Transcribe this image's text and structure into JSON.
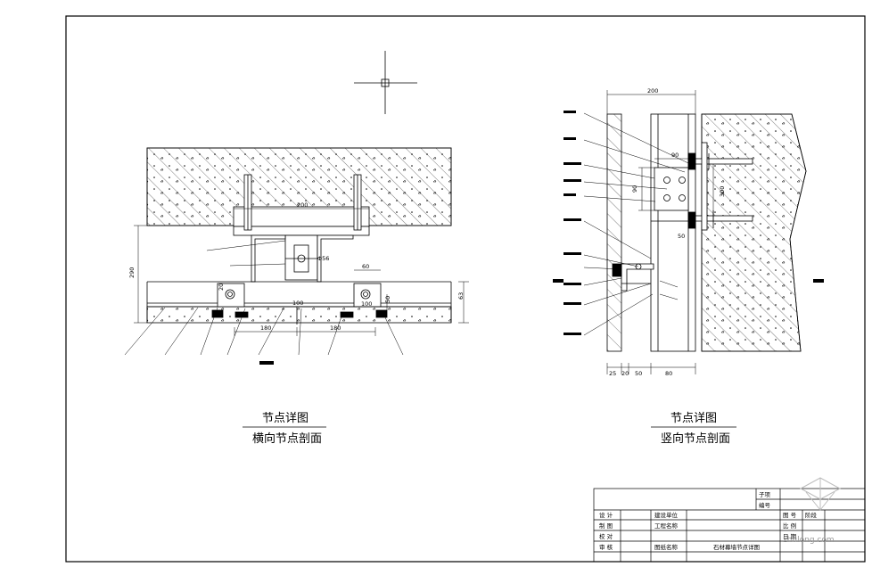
{
  "left_view": {
    "caption_1": "节点详图",
    "caption_2": "横向节点剖面",
    "dims": {
      "d200": "200",
      "d290": "290",
      "d60": "60",
      "d100a": "100",
      "d100b": "100",
      "d180a": "180",
      "d180b": "180",
      "d20": "20",
      "d63": "63",
      "d50": "50",
      "d56": "Φ56"
    }
  },
  "right_view": {
    "caption_1": "节点详图",
    "caption_2": "竖向节点剖面",
    "dims": {
      "d200": "200",
      "d90": "90",
      "d90b": "90",
      "d300": "300",
      "d50": "50",
      "d25": "25",
      "d20": "20",
      "d50b": "50",
      "d80": "80"
    }
  },
  "title_block": {
    "r_design": "设 计",
    "r_draw": "制 图",
    "r_check": "校 对",
    "r_review": "审 核",
    "c_unit": "建设单位",
    "c_project": "工程名称",
    "c_drawing": "图纸名称",
    "drawing_name": "石材幕墙节点详图",
    "c_no": "图 号",
    "c_scale": "比 例",
    "c_date": "日 期",
    "c_phase": "阶段",
    "c_sub": "子项",
    "c_num": "编号"
  },
  "watermark": "zhulong.com",
  "colors": {
    "line": "#000000",
    "watermark": "#9a9a9a"
  }
}
